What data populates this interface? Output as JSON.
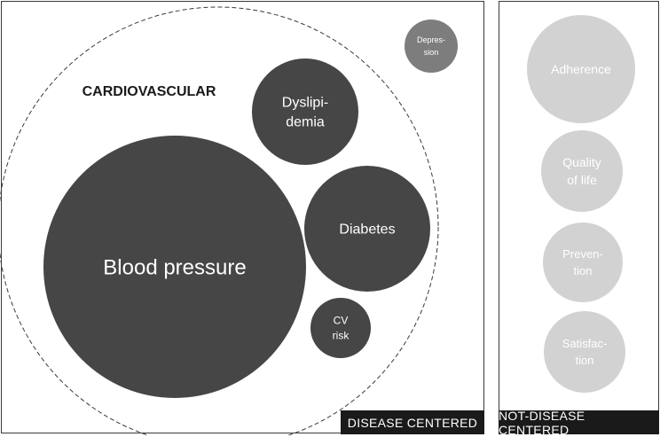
{
  "diagram": {
    "disease_group_label": "CARDIOVASCULAR",
    "disease_panel_label": "DISEASE CENTERED",
    "not_disease_panel_label": "NOT-DISEASE CENTERED",
    "colors": {
      "dark_bubble": "#464646",
      "mid_bubble": "#7d7d7d",
      "light_bubble": "#d2d2d2",
      "dark_text": "#ffffff",
      "light_text": "#ffffff",
      "outline": "#3a3a3a"
    },
    "disease_bubbles": [
      {
        "id": "blood-pressure",
        "lines": [
          "Blood pressure"
        ]
      },
      {
        "id": "dyslipidemia",
        "lines": [
          "Dyslipi-",
          "demia"
        ]
      },
      {
        "id": "diabetes",
        "lines": [
          "Diabetes"
        ]
      },
      {
        "id": "cv-risk",
        "lines": [
          "CV",
          "risk"
        ]
      },
      {
        "id": "depression",
        "lines": [
          "Depres-",
          "sion"
        ]
      }
    ],
    "not_disease_bubbles": [
      {
        "id": "adherence",
        "lines": [
          "Adherence"
        ]
      },
      {
        "id": "quality-of-life",
        "lines": [
          "Quality",
          "of life"
        ]
      },
      {
        "id": "prevention",
        "lines": [
          "Preven-",
          "tion"
        ]
      },
      {
        "id": "satisfaction",
        "lines": [
          "Satisfac-",
          "tion"
        ]
      }
    ]
  }
}
